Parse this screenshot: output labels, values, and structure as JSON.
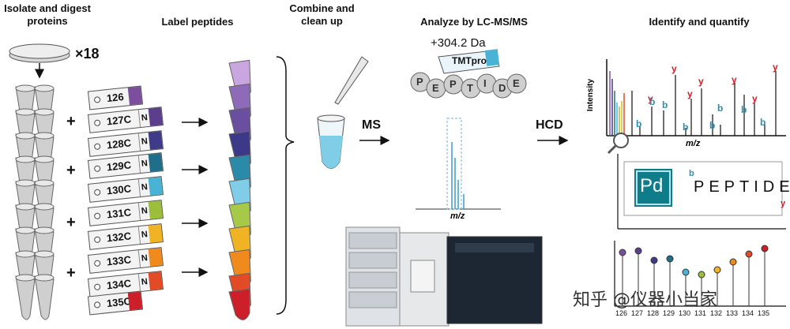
{
  "headings": {
    "isolate": "Isolate and digest proteins",
    "label": "Label peptides",
    "combine": "Combine and clean up",
    "analyze": "Analyze by LC-MS/MS",
    "identify": "Identify and quantify"
  },
  "multiplier": "×18",
  "plus_sign": "+",
  "tags": [
    "126",
    "127C",
    "128C",
    "129C",
    "130C",
    "131C",
    "132C",
    "133C",
    "134C",
    "135C"
  ],
  "tag_n": "N",
  "tag_colors": [
    "#7b4f9d",
    "#5b3f8c",
    "#3f3a8a",
    "#1f6f8b",
    "#49b3d6",
    "#9bbf3a",
    "#f0b323",
    "#f08a1c",
    "#e34a26",
    "#cc1f2a"
  ],
  "steps": {
    "ms": "MS",
    "hcd": "HCD"
  },
  "tmt": {
    "mass": "+304.2 Da",
    "reagent": "TMTpro",
    "peptide_letters": [
      "P",
      "E",
      "P",
      "T",
      "I",
      "D",
      "E"
    ]
  },
  "spectrum": {
    "xlabel": "m/z",
    "ylabel": "Intensity",
    "ion_labels": [
      "y",
      "y",
      "y",
      "y",
      "y",
      "y",
      "y",
      "b",
      "b",
      "b",
      "b",
      "b",
      "b",
      "b",
      "b"
    ]
  },
  "ms1": {
    "xlabel": "m/z"
  },
  "pd": {
    "logo": "Pd",
    "sequence": "PEPTIDE",
    "b": "b",
    "y": "y"
  },
  "reporter": {
    "labels": [
      "126",
      "127",
      "128",
      "129",
      "130",
      "131",
      "132",
      "133",
      "134",
      "135"
    ]
  },
  "watermark": "知乎 @仪器小当家"
}
